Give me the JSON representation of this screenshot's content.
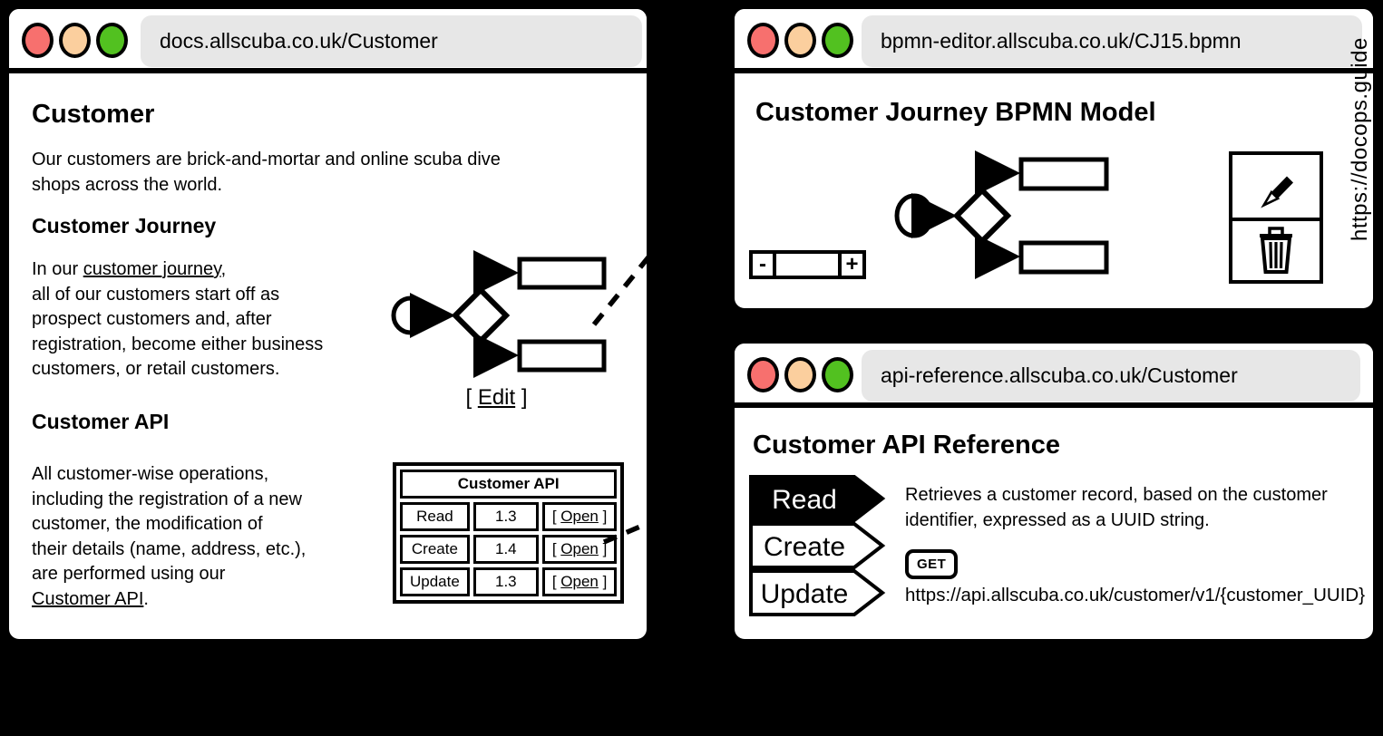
{
  "colors": {
    "traffic_red": "#f7706e",
    "traffic_yellow": "#fbcf9e",
    "traffic_green": "#52c120",
    "url_bar_bg": "#e7e7e7",
    "background": "#000000",
    "window_bg": "#ffffff",
    "selected_tab_bg": "#000000",
    "selected_tab_text": "#ffffff"
  },
  "brackets": {
    "open": "[",
    "close": "]"
  },
  "docs_window": {
    "url": "docs.allscuba.co.uk/Customer",
    "title": "Customer",
    "intro": "Our customers are brick-and-mortar and online scuba dive\nshops across the world.",
    "journey_heading": "Customer Journey",
    "journey_prefix": "In our ",
    "journey_link": "customer journey",
    "journey_comma": ",",
    "journey_rest": "all of our customers start off as\nprospect customers and, after\nregistration, become either business\ncustomers, or retail customers.",
    "edit_link": "Edit",
    "api_heading": "Customer API",
    "api_text": "All customer-wise operations,\nincluding the registration of a new\ncustomer, the modification of\ntheir details (name, address, etc.),\nare performed using our\n",
    "api_link": "Customer API",
    "api_suffix": ".",
    "table": {
      "header": "Customer API",
      "rows": [
        {
          "name": "Read",
          "version": "1.3",
          "action": "Open"
        },
        {
          "name": "Create",
          "version": "1.4",
          "action": "Open"
        },
        {
          "name": "Update",
          "version": "1.3",
          "action": "Open"
        }
      ]
    }
  },
  "bpmn_editor_window": {
    "url": "bpmn-editor.allscuba.co.uk/CJ15.bpmn",
    "title": "Customer Journey BPMN Model",
    "zoom_out_label": "-",
    "zoom_in_label": "+",
    "watermark": "https://docops.guide"
  },
  "api_reference_window": {
    "url": "api-reference.allscuba.co.uk/Customer",
    "title": "Customer API Reference",
    "tabs": [
      {
        "label": "Read",
        "selected": true
      },
      {
        "label": "Create",
        "selected": false
      },
      {
        "label": "Update",
        "selected": false
      }
    ],
    "description": "Retrieves a customer record, based on the customer\nidentifier, expressed as a UUID string.",
    "method": "GET",
    "endpoint": "https://api.allscuba.co.uk/customer/v1/{customer_UUID}"
  }
}
